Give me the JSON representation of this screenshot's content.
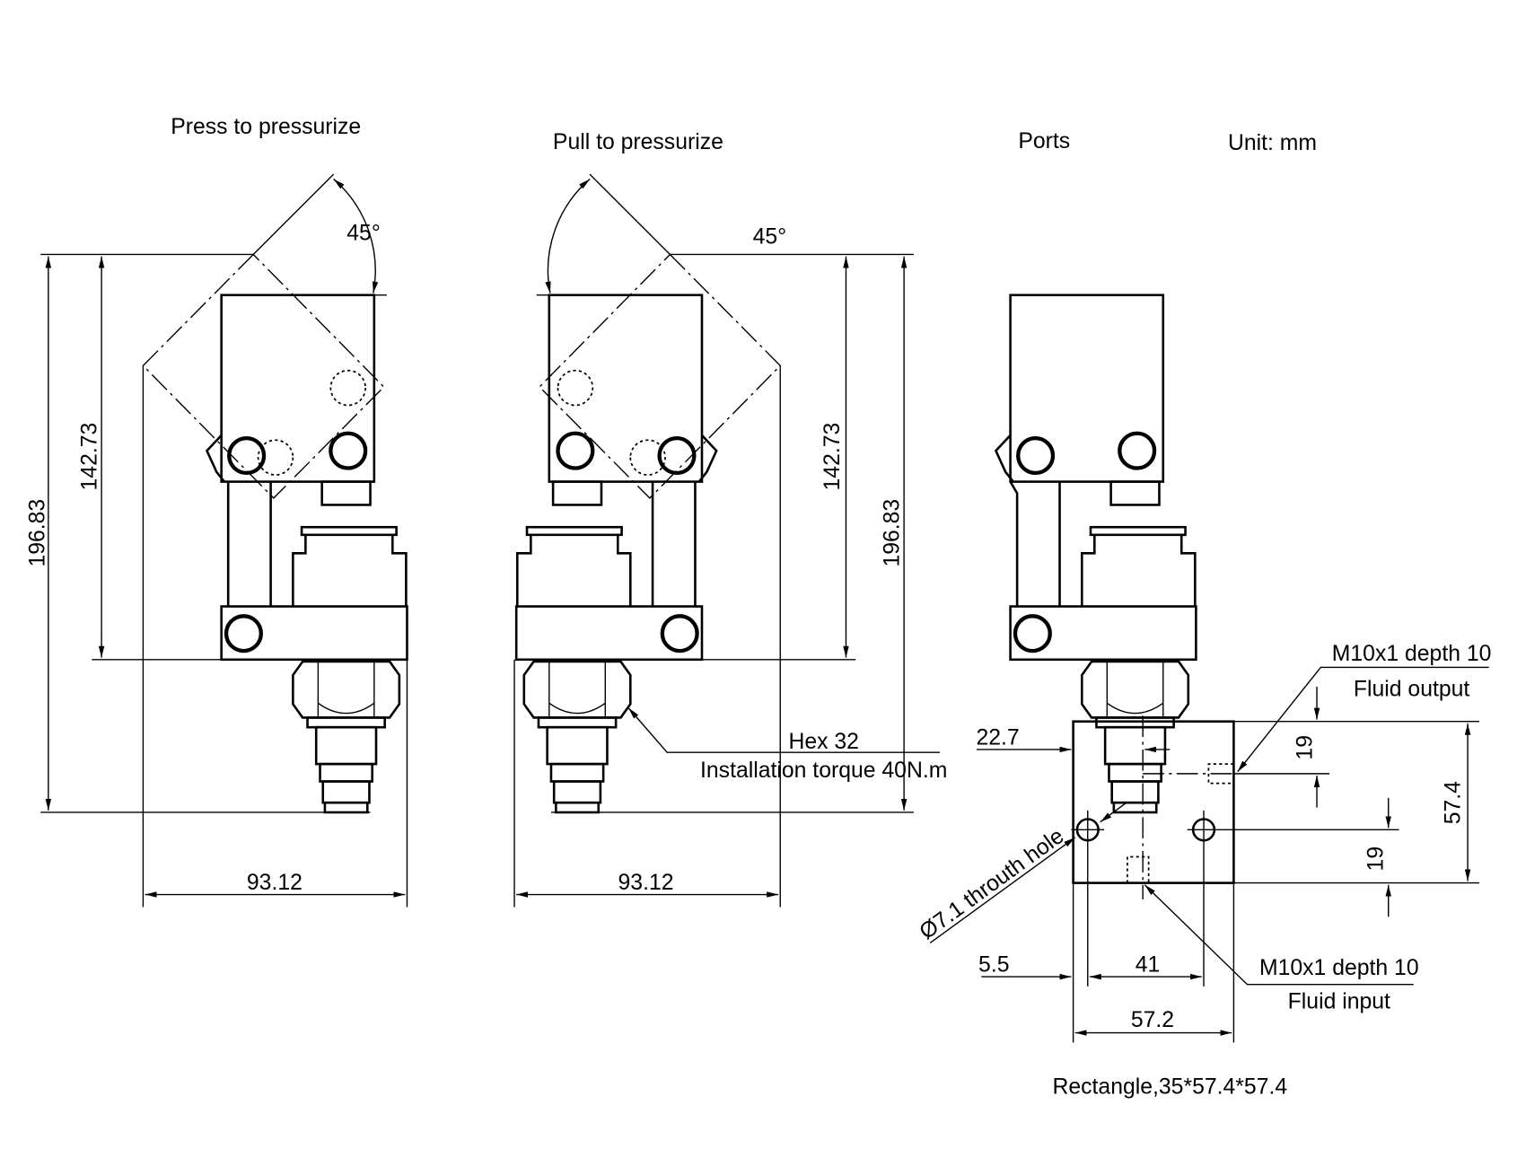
{
  "titles": {
    "press": "Press to pressurize",
    "pull": "Pull to pressurize",
    "ports": "Ports",
    "unit": "Unit:  mm"
  },
  "dimensions": {
    "angle_press": "45°",
    "angle_pull": "45°",
    "height_total_press": "196.83",
    "height_body_press": "142.73",
    "width_press": "93.12",
    "height_total_pull": "196.83",
    "height_body_pull": "142.73",
    "width_pull": "93.12",
    "port_offset_x": "22.7",
    "port_spacing_top": "19",
    "port_spacing_bottom": "19",
    "block_height": "57.4",
    "hole_edge": "5.5",
    "hole_spacing": "41",
    "block_width": "57.2"
  },
  "annotations": {
    "hex": "Hex 32",
    "torque": "Installation torque 40N.m",
    "through_hole": "Ø7.1 throuth hole",
    "output_thread": "M10x1  depth 10",
    "output_label": "Fluid output",
    "input_thread": "M10x1 depth 10",
    "input_label": "Fluid input",
    "block_spec": "Rectangle,35*57.4*57.4"
  }
}
